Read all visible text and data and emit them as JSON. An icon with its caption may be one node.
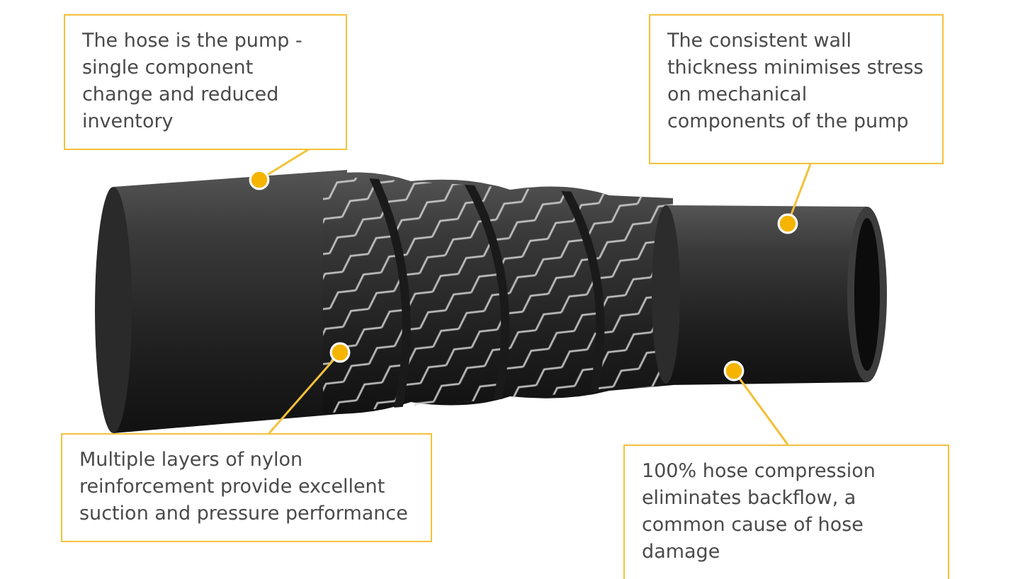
{
  "diagram": {
    "nodes": [
      {
        "text": [
          "The hose is the pump - single component change and reduced inventory"
        ]
      },
      {
        "text": [
          "The consistent wall thickness minimises stress on mechanical components of the pump"
        ]
      },
      {
        "text": [
          "Multiple layers of nylon reinforcement provide excellent suction and pressure performance"
        ]
      },
      {
        "text": [
          "100% hose compression eliminates backflow, a common cause of hose damage"
        ]
      }
    ],
    "edges": [
      {
        "from": 0,
        "to": null,
        "arrow": "other"
      },
      {
        "from": 1,
        "to": null,
        "arrow": "other"
      },
      {
        "from": 2,
        "to": null,
        "arrow": "other"
      },
      {
        "from": 3,
        "to": null,
        "arrow": "other"
      }
    ]
  }
}
